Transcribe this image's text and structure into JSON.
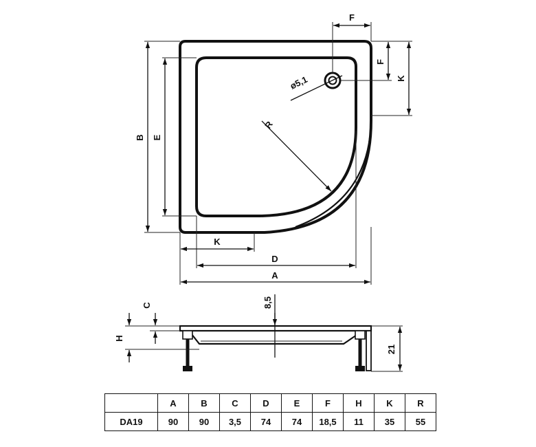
{
  "plan_view": {
    "labels": {
      "a": "A",
      "b": "B",
      "d": "D",
      "e": "E",
      "f_top": "F",
      "f_side": "F",
      "k_bottom": "K",
      "k_side": "K",
      "r": "R",
      "drain": "ø5,1"
    }
  },
  "section_view": {
    "labels": {
      "c": "C",
      "h": "H",
      "depth": "8,5",
      "height": "21"
    }
  },
  "table": {
    "headers": [
      "",
      "A",
      "B",
      "C",
      "D",
      "E",
      "F",
      "H",
      "K",
      "R"
    ],
    "rows": [
      [
        "DA19",
        "90",
        "90",
        "3,5",
        "74",
        "74",
        "18,5",
        "11",
        "35",
        "55"
      ]
    ]
  }
}
